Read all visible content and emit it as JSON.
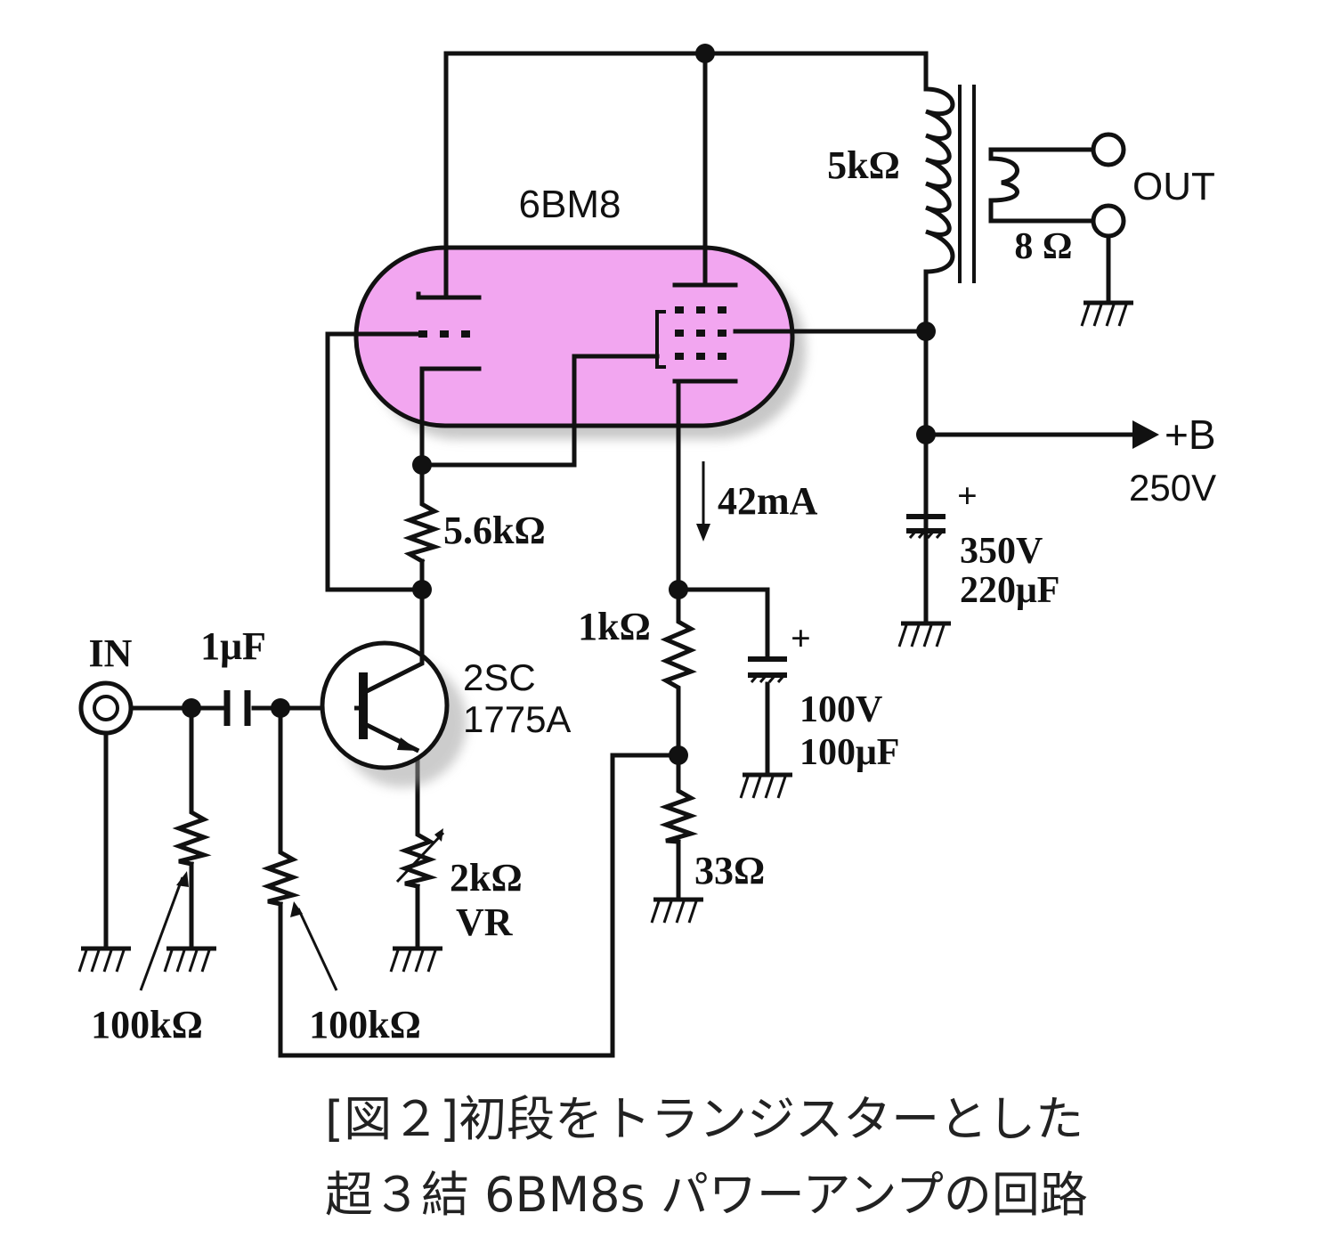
{
  "tube": {
    "name": "6BM8",
    "fill_color": "#f2a6f0"
  },
  "transistor": {
    "name_line1": "2SC",
    "name_line2": "1775A"
  },
  "labels": {
    "transformer_primary": "5kΩ",
    "output_terminal": "OUT",
    "output_impedance": "8 Ω",
    "plus_b": "+B",
    "plus_b_voltage": "250V",
    "plate_current": "42mA",
    "plate_resistor": "5.6kΩ",
    "cathode_resistor": "1kΩ",
    "cathode_cap_plus": "+",
    "cathode_cap_voltage": "100V",
    "cathode_cap_value": "100μF",
    "supply_cap_plus": "+",
    "supply_cap_voltage": "350V",
    "supply_cap_value": "220μF",
    "input_terminal": "IN",
    "coupling_cap": "1μF",
    "input_pot": "100kΩ",
    "bias_pot": "100kΩ",
    "emitter_vr_value": "2kΩ",
    "emitter_vr_type": "VR",
    "feedback_resistor": "33Ω"
  },
  "caption": {
    "line1": "[図２]初段をトランジスターとした",
    "line2": "超３結 6BM8s パワーアンプの回路"
  }
}
